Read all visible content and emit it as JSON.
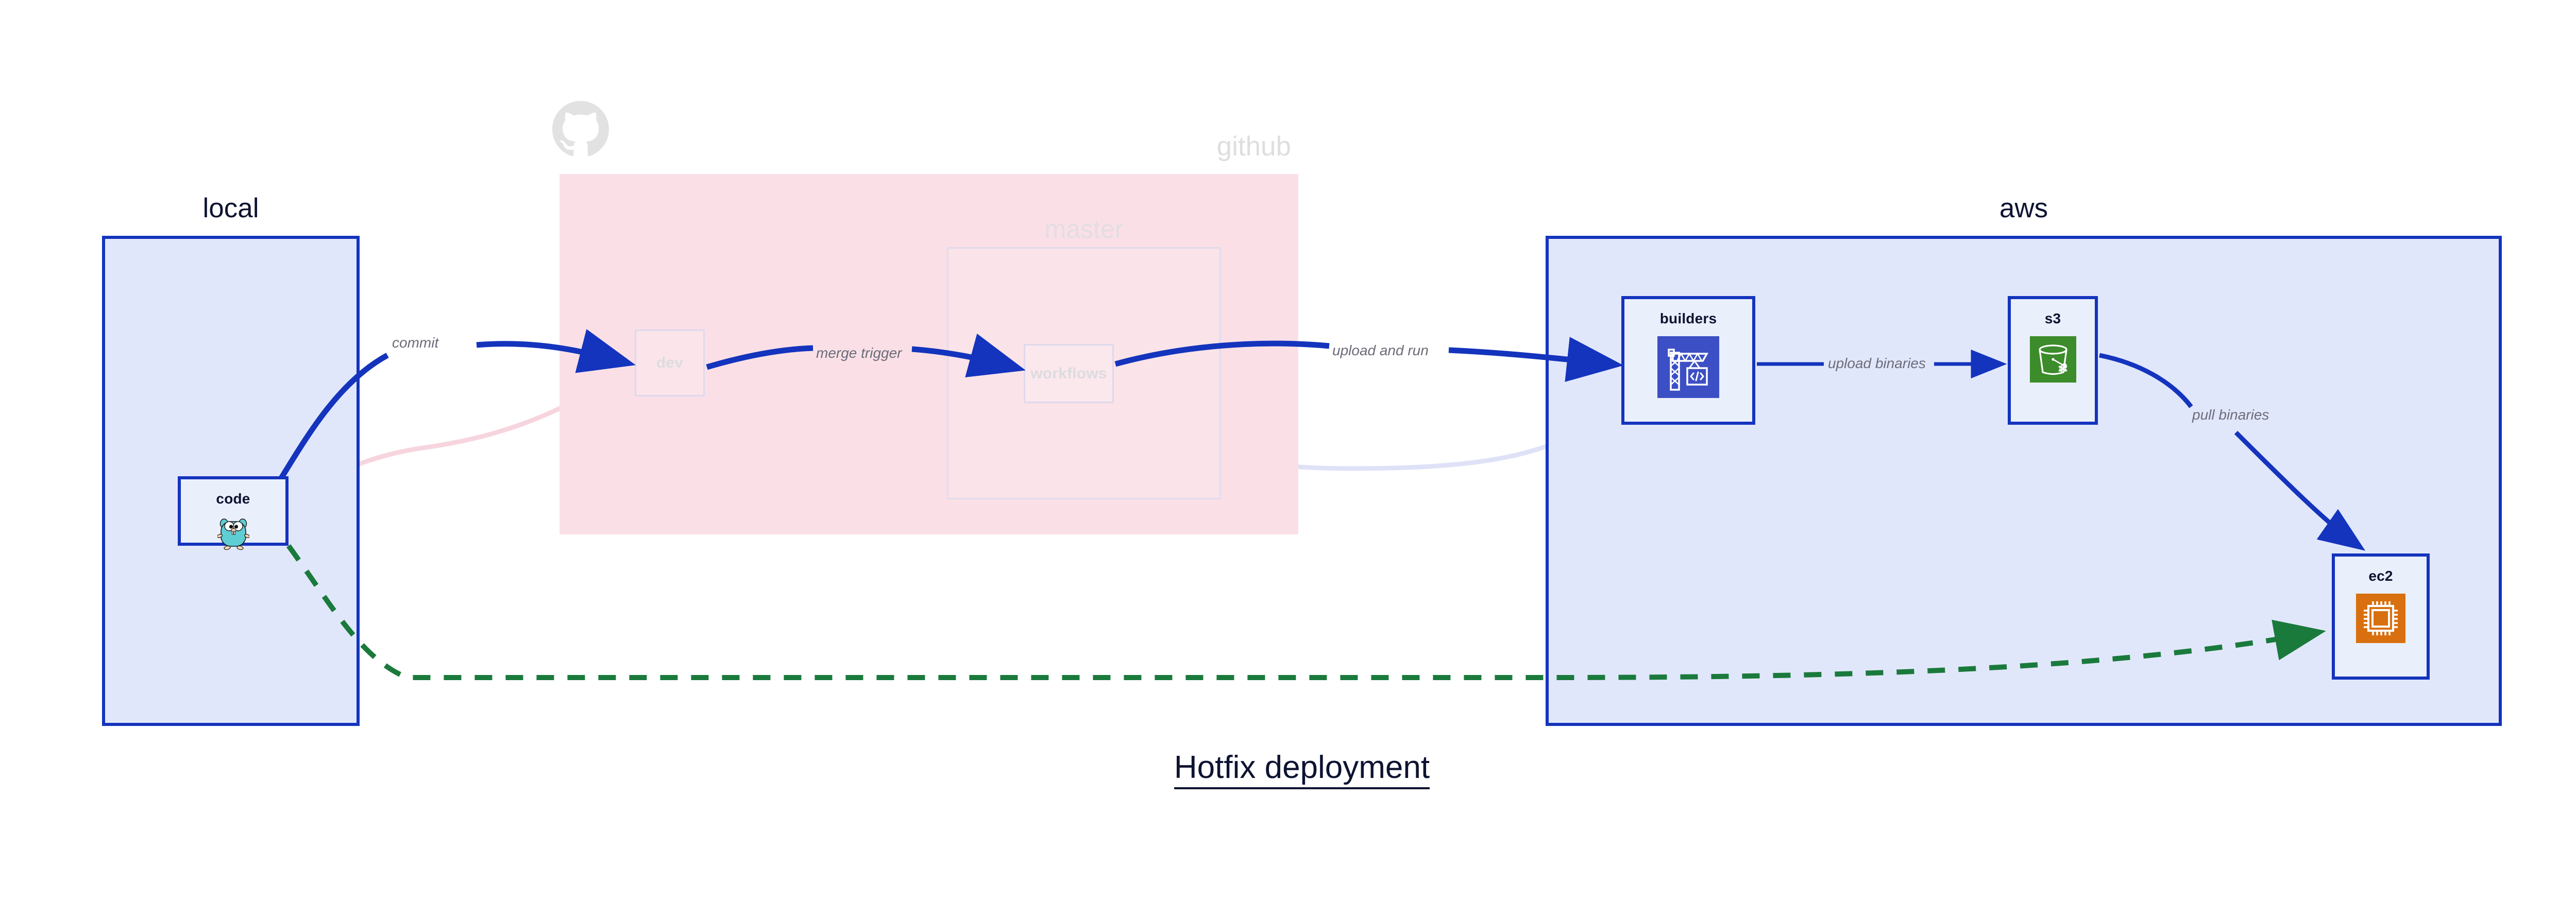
{
  "diagram": {
    "title": "Hotfix deployment",
    "groups": [
      {
        "id": "local",
        "label": "local"
      },
      {
        "id": "github",
        "label": "github"
      },
      {
        "id": "master",
        "label": "master"
      },
      {
        "id": "aws",
        "label": "aws"
      }
    ],
    "nodes": [
      {
        "id": "code",
        "label": "code",
        "icon": "go-gopher-icon",
        "group": "local"
      },
      {
        "id": "dev",
        "label": "dev",
        "icon": "none",
        "group": "github"
      },
      {
        "id": "workflows",
        "label": "workflows",
        "icon": "none",
        "group": "master"
      },
      {
        "id": "builders",
        "label": "builders",
        "icon": "crane-code-icon",
        "group": "aws"
      },
      {
        "id": "s3",
        "label": "s3",
        "icon": "bucket-snowflake-icon",
        "group": "aws"
      },
      {
        "id": "ec2",
        "label": "ec2",
        "icon": "cpu-chip-icon",
        "group": "aws"
      }
    ],
    "edges": [
      {
        "id": "commit",
        "label": "commit",
        "from": "code",
        "to": "dev",
        "style": "solid",
        "color": "#1434bd"
      },
      {
        "id": "merge-trigger",
        "label": "merge trigger",
        "from": "dev",
        "to": "workflows",
        "style": "solid",
        "color": "#1434bd"
      },
      {
        "id": "upload-and-run",
        "label": "upload and run",
        "from": "workflows",
        "to": "builders",
        "style": "solid",
        "color": "#1434bd"
      },
      {
        "id": "upload-binaries",
        "label": "upload binaries",
        "from": "builders",
        "to": "s3",
        "style": "solid",
        "color": "#1434bd"
      },
      {
        "id": "pull-binaries",
        "label": "pull binaries",
        "from": "s3",
        "to": "ec2",
        "style": "solid",
        "color": "#1434bd"
      },
      {
        "id": "hotfix-direct",
        "label": "",
        "from": "code",
        "to": "ec2",
        "style": "dashed",
        "color": "#1a7a3c"
      }
    ],
    "icons": {
      "github_logo": "github-octocat-icon"
    },
    "colors": {
      "group_fill_blue": "#e1e7fb",
      "group_border_blue": "#1434bd",
      "group_fill_pink": "#fae0e6",
      "node_fill": "#eaeffc",
      "edge_blue": "#1434bd",
      "edge_green": "#1a7a3c",
      "label_grey": "#6c6c7a",
      "title_dark": "#0d1330",
      "builders_icon_bg": "#3c4fc4",
      "s3_icon_bg": "#3c8c2b",
      "ec2_icon_bg": "#d9700f",
      "gopher_body": "#5ecdd4"
    }
  }
}
